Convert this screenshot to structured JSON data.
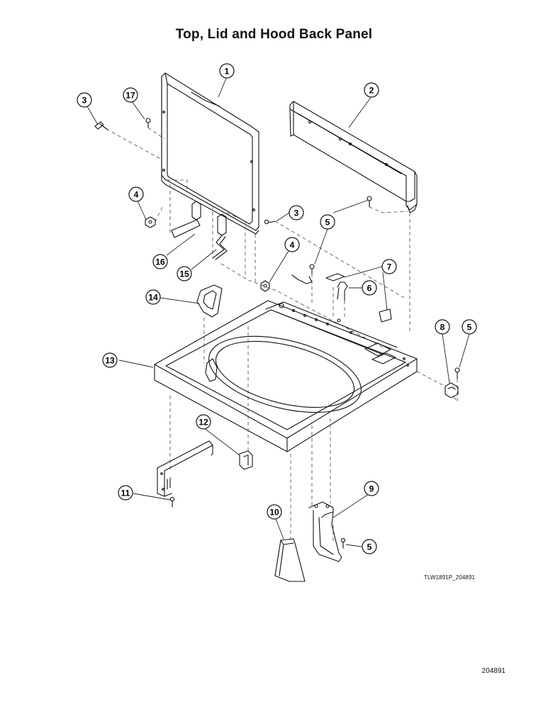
{
  "title": "Top, Lid and Hood Back Panel",
  "drawing_code": "TLW1891P_204891",
  "page_number": "204891",
  "colors": {
    "line": "#111111",
    "leader": "#333333",
    "paper": "#ffffff"
  },
  "callouts": [
    {
      "id": "c1",
      "label": "1"
    },
    {
      "id": "c2",
      "label": "2"
    },
    {
      "id": "c3a",
      "label": "3"
    },
    {
      "id": "c17",
      "label": "17"
    },
    {
      "id": "c4a",
      "label": "4"
    },
    {
      "id": "c3b",
      "label": "3"
    },
    {
      "id": "c5a",
      "label": "5"
    },
    {
      "id": "c16",
      "label": "16"
    },
    {
      "id": "c15",
      "label": "15"
    },
    {
      "id": "c4b",
      "label": "4"
    },
    {
      "id": "c7",
      "label": "7"
    },
    {
      "id": "c6",
      "label": "6"
    },
    {
      "id": "c14",
      "label": "14"
    },
    {
      "id": "c8",
      "label": "8"
    },
    {
      "id": "c5b",
      "label": "5"
    },
    {
      "id": "c13",
      "label": "13"
    },
    {
      "id": "c12",
      "label": "12"
    },
    {
      "id": "c11",
      "label": "11"
    },
    {
      "id": "c9",
      "label": "9"
    },
    {
      "id": "c10",
      "label": "10"
    },
    {
      "id": "c5c",
      "label": "5"
    }
  ]
}
